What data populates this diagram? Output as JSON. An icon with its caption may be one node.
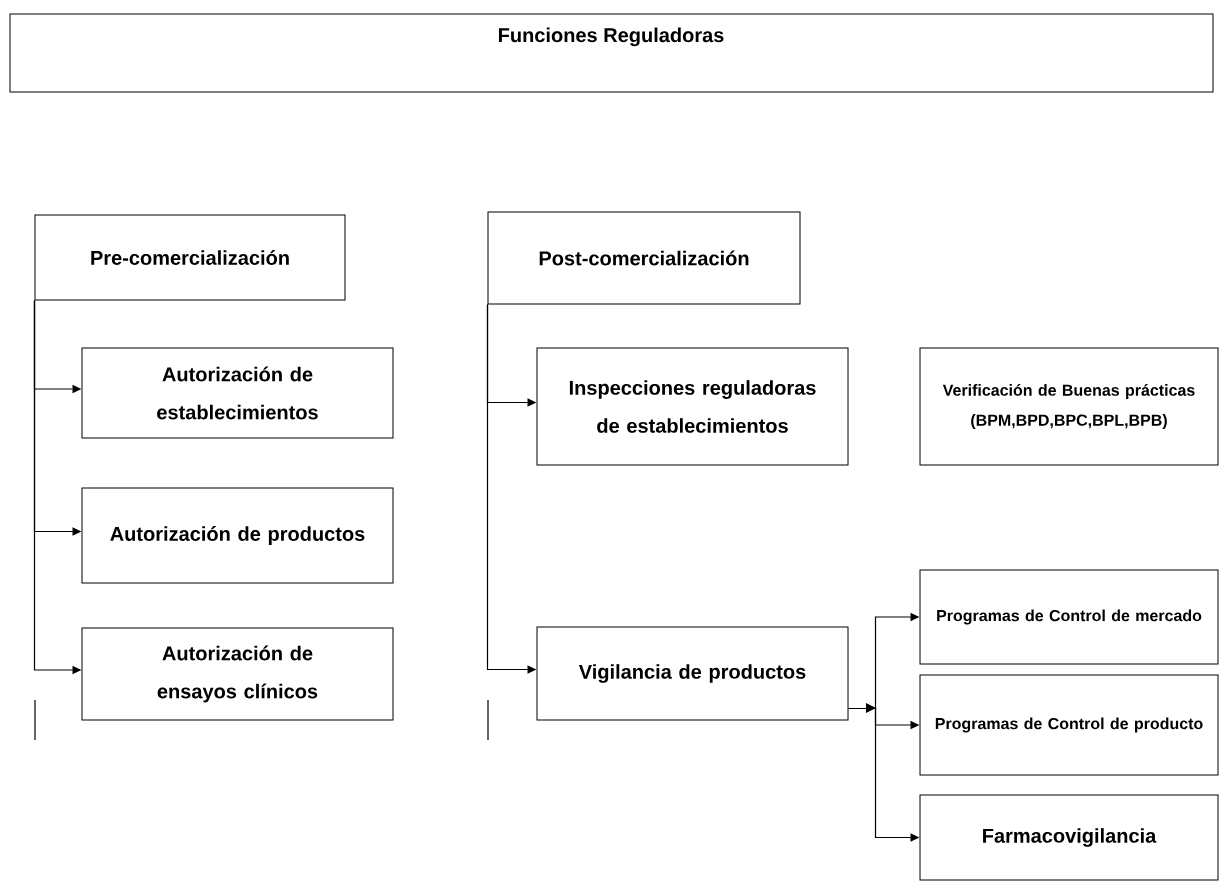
{
  "diagram": {
    "nodes": [
      {
        "text": [
          "Funciones Reguladoras"
        ]
      },
      {
        "text": [
          "Pre-comercialización"
        ]
      },
      {
        "text": [
          "Autorización de establecimientos"
        ]
      },
      {
        "text": [
          "Autorización de productos"
        ]
      },
      {
        "text": [
          "Autorización de ensayos clínicos"
        ]
      },
      {
        "text": [
          "Post-comercialización"
        ]
      },
      {
        "text": [
          "Inspecciones reguladoras de establecimientos"
        ]
      },
      {
        "text": [
          "Verificación de Buenas prácticas (BPM,BPD,BPC,BPL,BPB)"
        ]
      },
      {
        "text": [
          "Vigilancia de productos"
        ]
      },
      {
        "text": [
          "Programas de Control de mercado"
        ]
      },
      {
        "text": [
          "Programas de Control de producto"
        ]
      },
      {
        "text": [
          "Farmacovigilancia"
        ]
      }
    ],
    "edges": [
      {
        "from": 1,
        "to": 2,
        "arrow": "to"
      },
      {
        "from": 1,
        "to": 3,
        "arrow": "to"
      },
      {
        "from": 1,
        "to": 4,
        "arrow": "to"
      },
      {
        "from": 5,
        "to": 6,
        "arrow": "to"
      },
      {
        "from": 5,
        "to": 8,
        "arrow": "to"
      },
      {
        "from": 8,
        "to": 9,
        "arrow": "to"
      },
      {
        "from": 8,
        "to": 10,
        "arrow": "to"
      },
      {
        "from": 8,
        "to": 11,
        "arrow": "to"
      }
    ]
  }
}
